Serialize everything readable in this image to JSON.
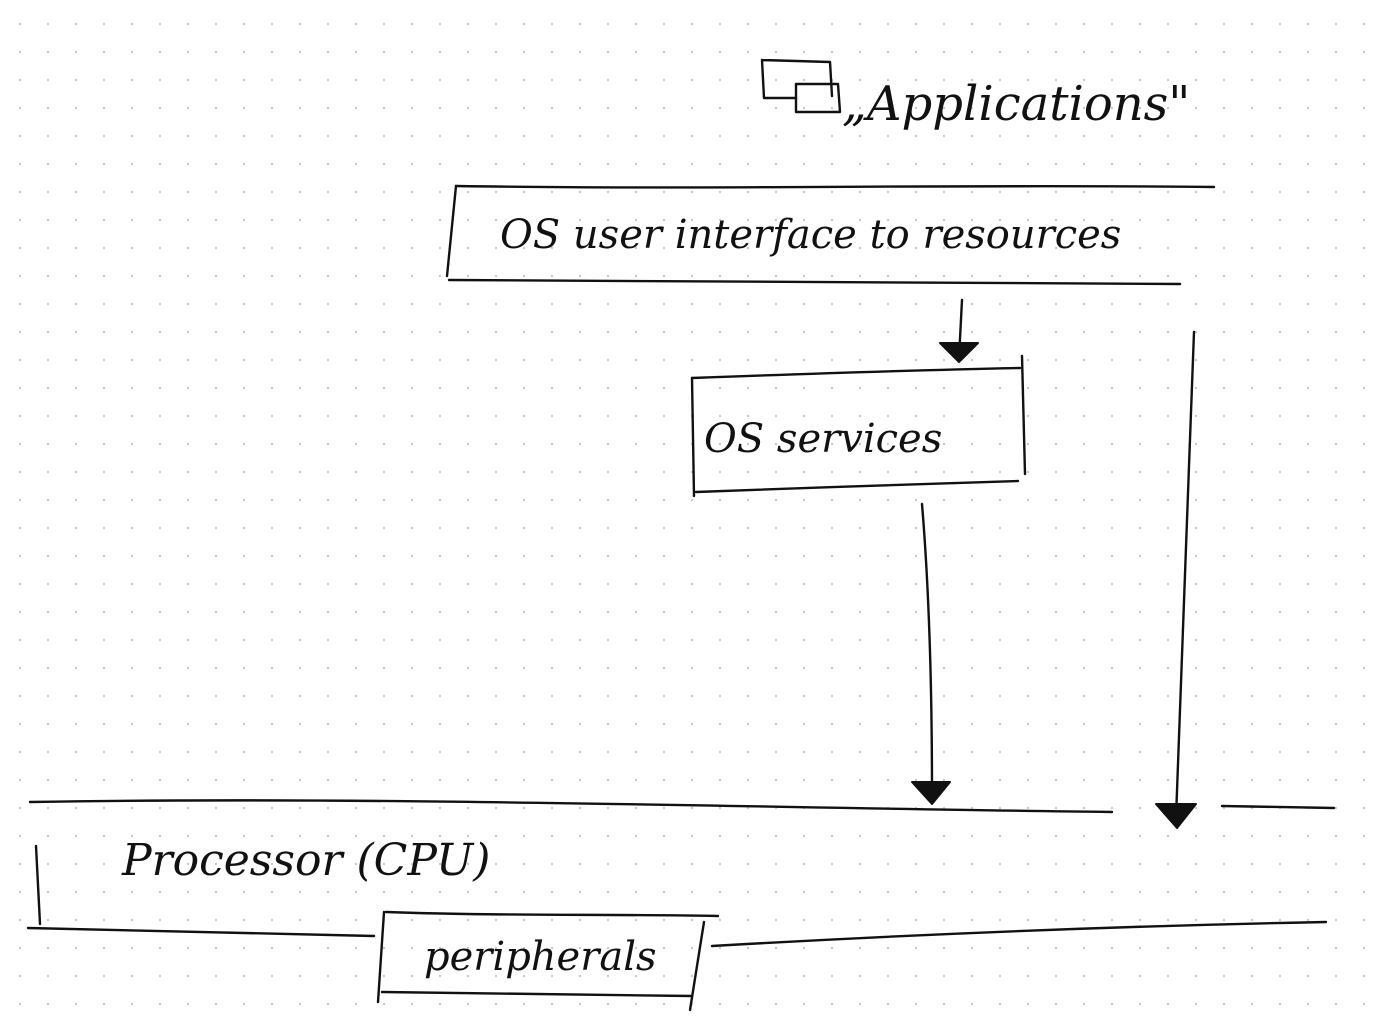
{
  "diagram": {
    "applications_label": "„Applications\"",
    "os_user_interface_label": "OS user interface to resources",
    "os_services_label": "OS services",
    "processor_label": "Processor (CPU)",
    "peripherals_label": "peripherals",
    "window_icon": "windows-icon",
    "ink_color": "#111111"
  }
}
